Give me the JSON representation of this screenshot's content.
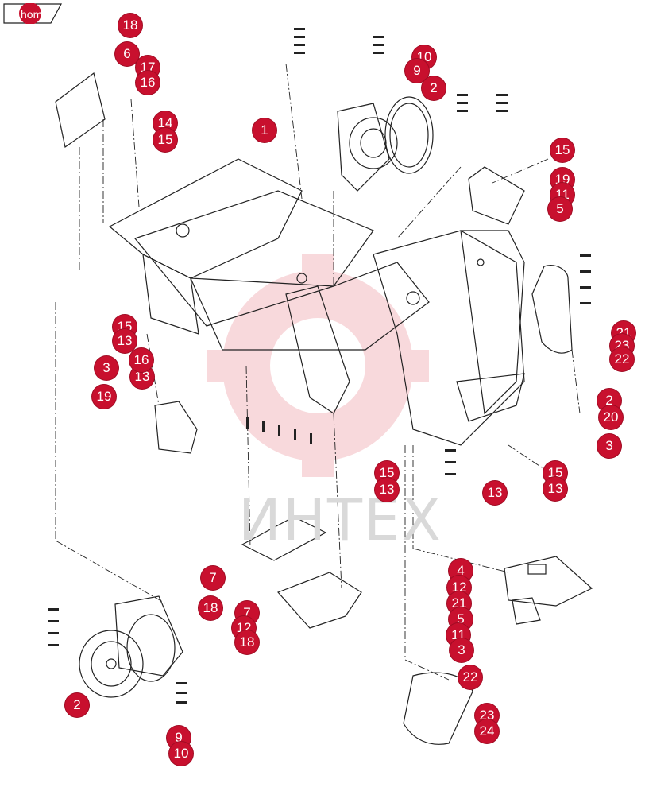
{
  "nav": {
    "home_label": "home"
  },
  "watermark": {
    "text": "ИНТЕХ"
  },
  "colors": {
    "callout": "#c8102e",
    "line": "#222222",
    "watermark": "#f2c4c8"
  },
  "callouts": [
    "18",
    "6",
    "17",
    "16",
    "14",
    "15",
    "1",
    "10",
    "9",
    "2",
    "15",
    "19",
    "11",
    "5",
    "21",
    "23",
    "22",
    "15",
    "13",
    "3",
    "13",
    "19",
    "16",
    "2",
    "20",
    "3",
    "15",
    "13",
    "13",
    "15",
    "13",
    "7",
    "18",
    "7",
    "12",
    "18",
    "4",
    "12",
    "21",
    "5",
    "11",
    "3",
    "22",
    "23",
    "24",
    "2",
    "9",
    "10"
  ]
}
